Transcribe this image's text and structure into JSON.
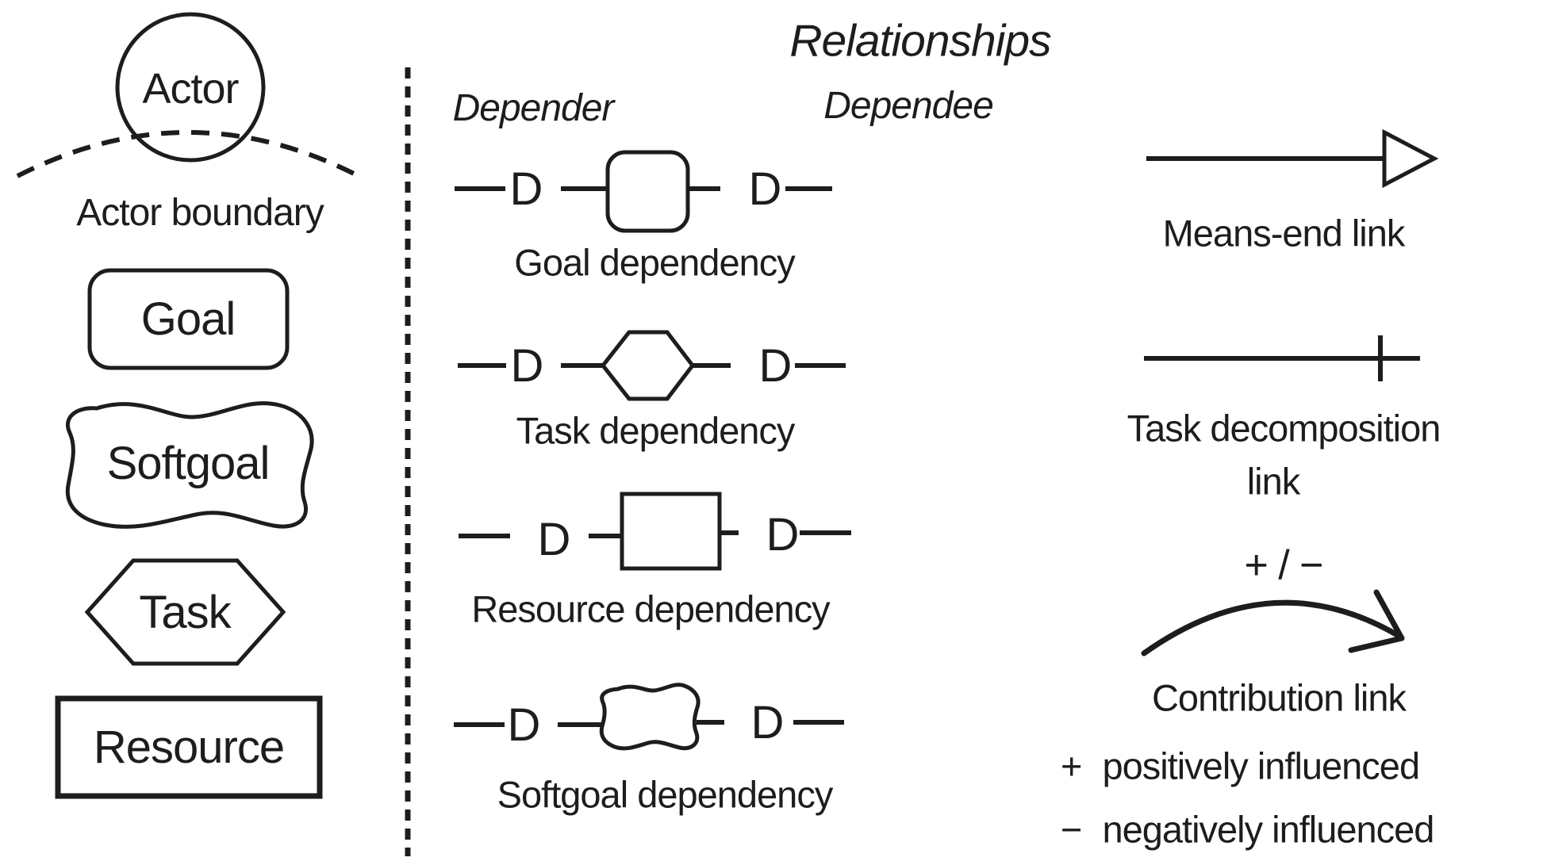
{
  "palette": {
    "background": "#ffffff",
    "ink": "#1d1d1d"
  },
  "notation": {
    "actor_label": "Actor",
    "actor_boundary_label": "Actor boundary",
    "goal_label": "Goal",
    "softgoal_label": "Softgoal",
    "task_label": "Task",
    "resource_label": "Resource"
  },
  "relationships": {
    "title": "Relationships",
    "depender_label": "Depender",
    "dependee_label": "Dependee",
    "dependency_marker": "D",
    "rows": [
      {
        "label": "Goal dependency"
      },
      {
        "label": "Task dependency"
      },
      {
        "label": "Resource dependency"
      },
      {
        "label": "Softgoal dependency"
      }
    ]
  },
  "links": {
    "means_end_label": "Means-end link",
    "task_decomposition_label_line1": "Task decomposition",
    "task_decomposition_label_line2": "link",
    "contribution_annotation": "+ / −",
    "contribution_label": "Contribution link",
    "contribution_legend": [
      {
        "symbol": "+",
        "text": "positively influenced"
      },
      {
        "symbol": "−",
        "text": "negatively influenced"
      }
    ]
  }
}
